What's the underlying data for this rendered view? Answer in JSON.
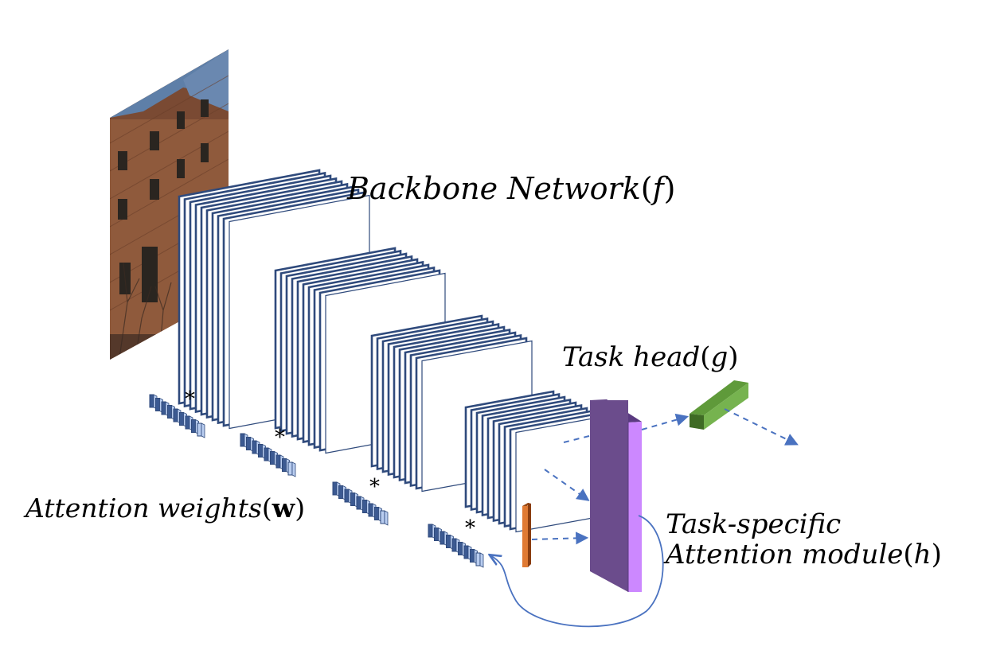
{
  "labels": {
    "backbone": {
      "text": "Backbone Network",
      "var": "f"
    },
    "task_head": {
      "text": "Task head",
      "var": "g"
    },
    "attention_weights": {
      "text": "Attention weights",
      "var": "w"
    },
    "attention_module": {
      "line1": "Task-specific",
      "line2": "Attention module",
      "var": "h"
    },
    "conv_operator": "*"
  },
  "colors": {
    "layer_stroke": "#2f4a7c",
    "arrow": "#4a72c0",
    "module_front": "#6b4c8c",
    "module_side": "#cc88ff",
    "module_top": "#5a3a80",
    "head_front": "#76b34f",
    "head_dark": "#3f6b25",
    "vector": "#e07a33",
    "weights_fill": "#b9cdf0"
  }
}
